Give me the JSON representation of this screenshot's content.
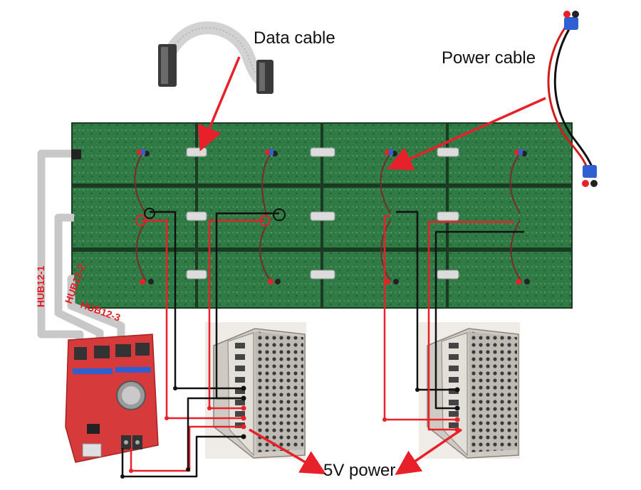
{
  "labels": {
    "data_cable": "Data cable",
    "power_cable": "Power cable",
    "power_5v": "5V power"
  },
  "hubs": [
    "HUB12-1",
    "HUB12-2",
    "HUB12-3"
  ],
  "panel_grid": {
    "rows": 3,
    "cols": 4
  },
  "colors": {
    "panel": "#2f7a45",
    "panel_dark": "#1f5a33",
    "wire_red": "#e8202a",
    "wire_black": "#111111",
    "ribbon": "#c8c8c8",
    "hub_text": "#e31b23",
    "controller": "#d63a3a",
    "psu": "#d8d6d2"
  }
}
